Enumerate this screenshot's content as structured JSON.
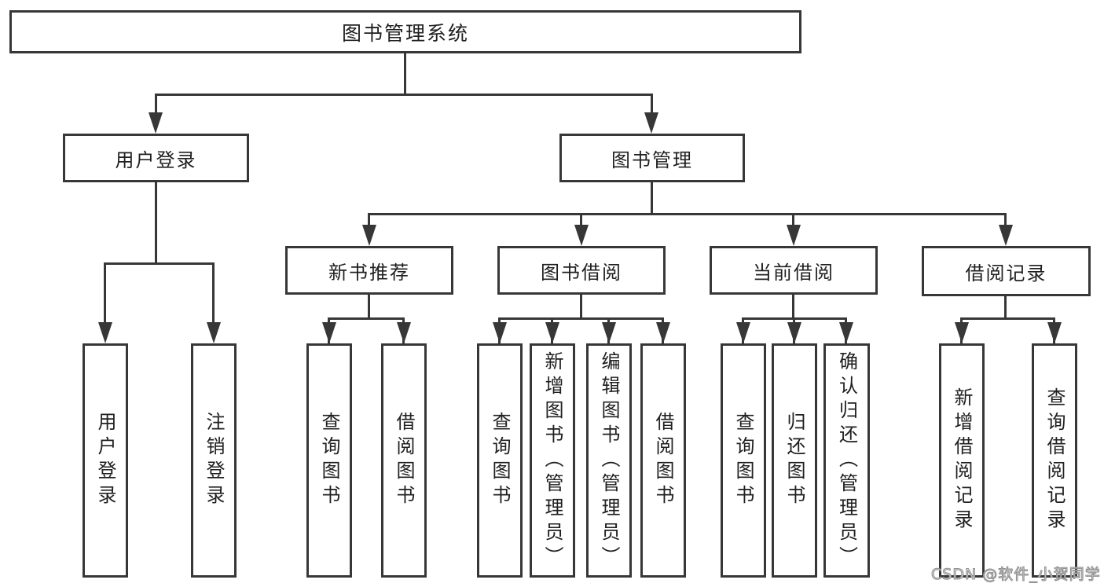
{
  "diagram": {
    "root": {
      "label": "图书管理系统"
    },
    "branches": [
      {
        "label": "用户登录",
        "children": [
          {
            "label": "用户登录"
          },
          {
            "label": "注销登录"
          }
        ]
      },
      {
        "label": "图书管理",
        "children": [
          {
            "label": "新书推荐",
            "children": [
              {
                "label": "查询图书"
              },
              {
                "label": "借阅图书"
              }
            ]
          },
          {
            "label": "图书借阅",
            "children": [
              {
                "label": "查询图书"
              },
              {
                "label": "新增图书（管理员）"
              },
              {
                "label": "编辑图书（管理员）"
              },
              {
                "label": "借阅图书"
              }
            ]
          },
          {
            "label": "当前借阅",
            "children": [
              {
                "label": "查询图书"
              },
              {
                "label": "归还图书"
              },
              {
                "label": "确认归还（管理员）"
              }
            ]
          },
          {
            "label": "借阅记录",
            "children": [
              {
                "label": "新增借阅记录"
              },
              {
                "label": "查询借阅记录"
              }
            ]
          }
        ]
      }
    ]
  },
  "watermark": {
    "text": "CSDN @软件_小贺同学",
    "fill": "rgba(255,255,255,0.65)",
    "stroke": "#8f8f8f"
  },
  "colors": {
    "line": "#373737",
    "box_border": "#373737",
    "text": "#202020",
    "background": "#ffffff"
  }
}
